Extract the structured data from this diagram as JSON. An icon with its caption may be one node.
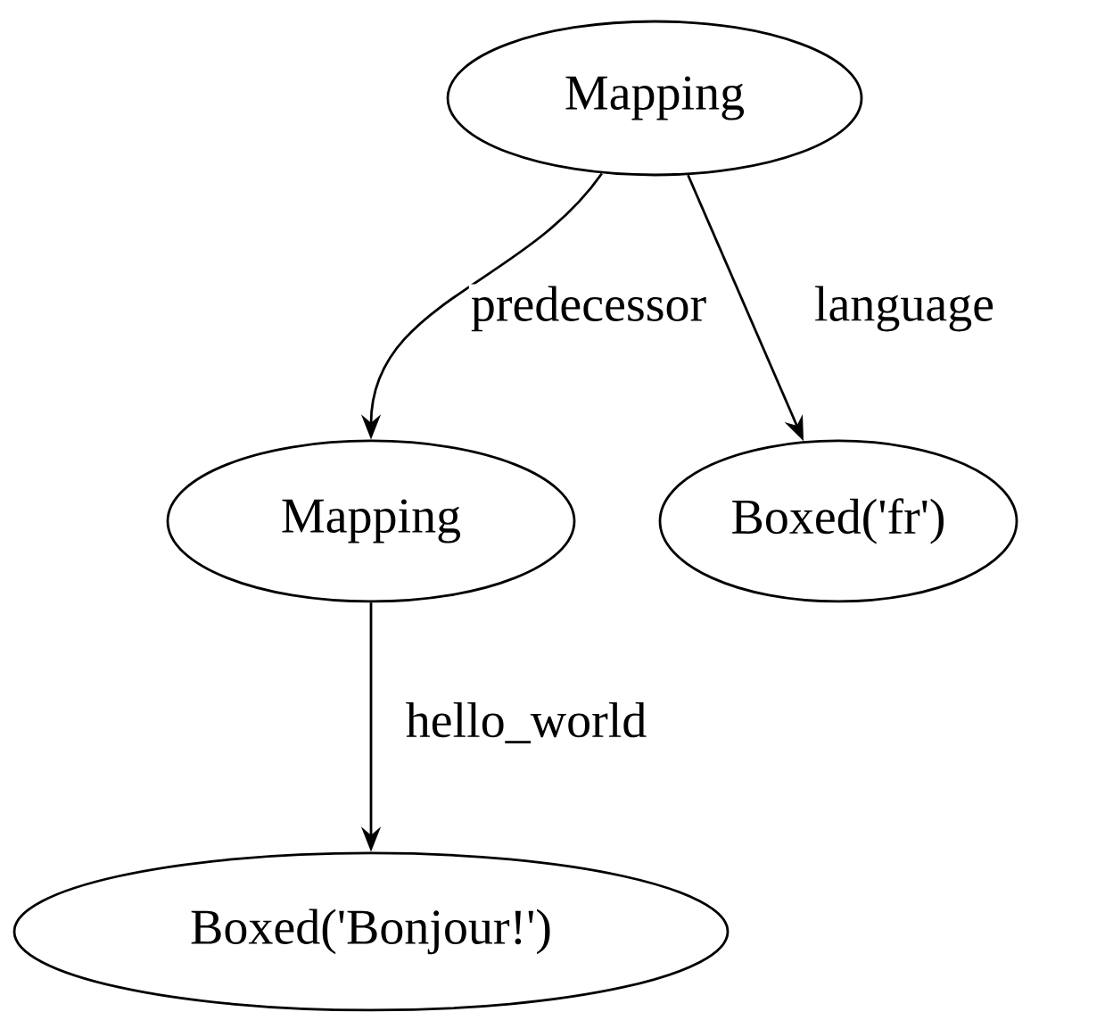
{
  "diagram": {
    "nodes": [
      {
        "text": [
          "Mapping"
        ]
      },
      {
        "text": [
          "Mapping"
        ]
      },
      {
        "text": [
          "Boxed('fr')"
        ]
      },
      {
        "text": [
          "Boxed('Bonjour!')"
        ]
      }
    ],
    "edges": [
      {
        "from": 0,
        "to": 1,
        "arrow": "to",
        "label": "predecessor"
      },
      {
        "from": 0,
        "to": 2,
        "arrow": "to",
        "label": "language"
      },
      {
        "from": 1,
        "to": 3,
        "arrow": "to",
        "label": "hello_world"
      }
    ]
  }
}
